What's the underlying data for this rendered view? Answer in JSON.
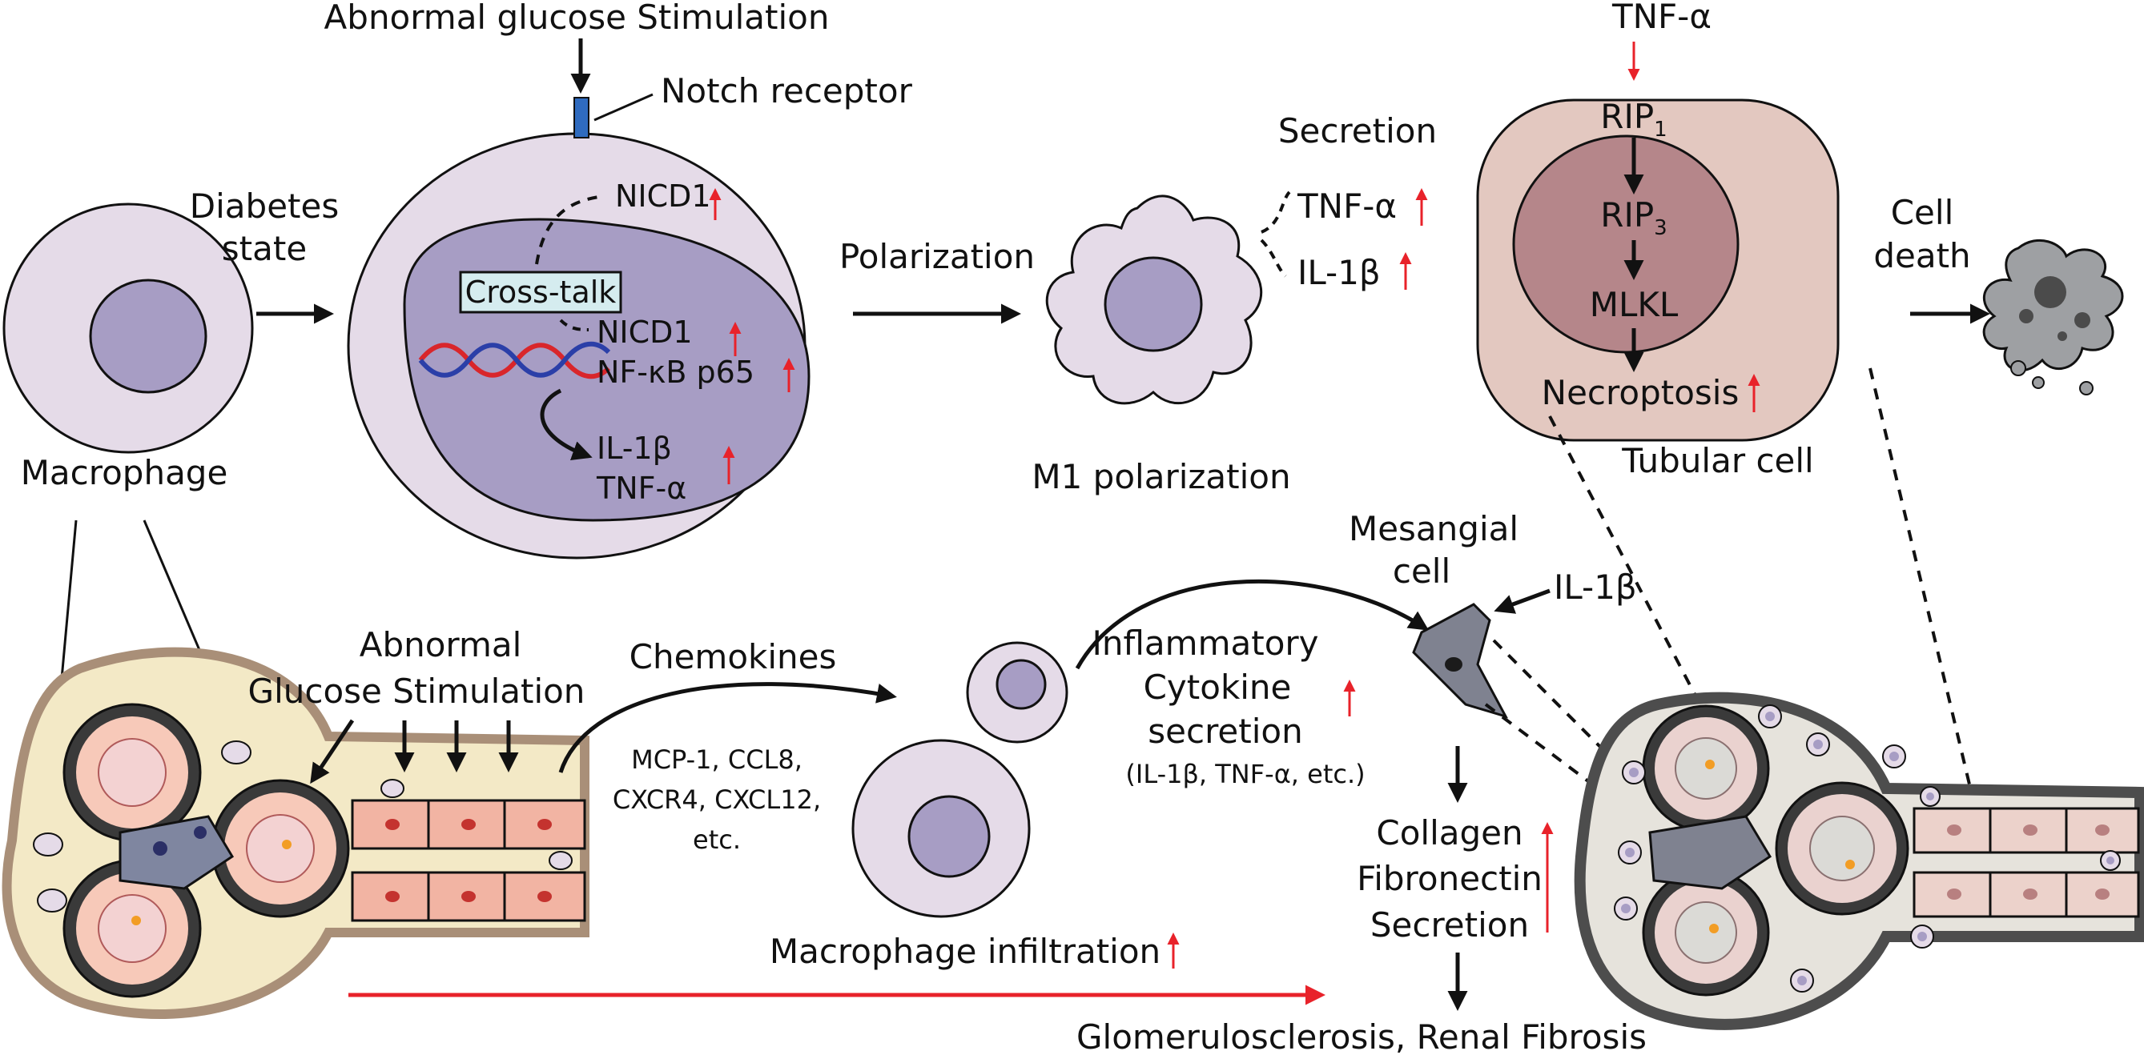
{
  "labels": {
    "abnormal_glucose_top": "Abnormal glucose Stimulation",
    "notch_receptor": "Notch receptor",
    "nicd1_top": "NICD1",
    "cross_talk": "Cross-talk",
    "nicd1_nucleus": "NICD1",
    "nfkb": "NF-κB p65",
    "il1b_nucleus": "IL-1β",
    "tnfa_nucleus": "TNF-α",
    "diabetes_state_line1": "Diabetes",
    "diabetes_state_line2": "state",
    "macrophage": "Macrophage",
    "polarization": "Polarization",
    "m1_polarization": "M1 polarization",
    "secretion": "Secretion",
    "tnfa_secreted": "TNF-α",
    "il1b_secreted": "IL-1β",
    "tnfa_top": "TNF-α",
    "rip1": "RIP",
    "rip1_sub": "1",
    "rip3": "RIP",
    "rip3_sub": "3",
    "mlkl": "MLKL",
    "necroptosis": "Necroptosis",
    "tubular_cell": "Tubular cell",
    "cell_death_line1": "Cell",
    "cell_death_line2": "death",
    "abnormal_glucose_bottom_line1": "Abnormal",
    "abnormal_glucose_bottom_line2": "Glucose Stimulation",
    "chemokines": "Chemokines",
    "chemokine_list_line1": "MCP-1, CCL8,",
    "chemokine_list_line2": "CXCR4, CXCL12,",
    "chemokine_list_line3": "etc.",
    "inflammatory_line1": "Inflammatory",
    "inflammatory_line2": "Cytokine",
    "inflammatory_line3": "secretion",
    "inflammatory_line4": "(IL-1β, TNF-α, etc.)",
    "mesangial_line1": "Mesangial",
    "mesangial_line2": "cell",
    "il1b_mesangial": "IL-1β",
    "collagen": "Collagen",
    "fibronectin": "Fibronectin",
    "secretion_bottom": "Secretion",
    "macrophage_infiltration": "Macrophage infiltration",
    "glomerulosclerosis": "Glomerulosclerosis, Renal Fibrosis"
  },
  "colors": {
    "macrophage_cyto": "#e5dbe8",
    "macrophage_nucleus": "#a79dc4",
    "tubular_cyto": "#e3c8c0",
    "tubular_nucleus": "#b5868a",
    "kidney_fill": "#f3e9c6",
    "kidney_border": "#a98f78",
    "fibrotic_fill": "#e6e3dc",
    "fibrotic_border": "#4d4d4d",
    "tubule_cell": "#f2b4a3",
    "up_arrow": "#e8222a",
    "dna_red": "#d9262b",
    "dna_blue": "#2b3fa8",
    "notch_receptor": "#2f6bbf",
    "cross_talk_box": "#d5ecef"
  }
}
